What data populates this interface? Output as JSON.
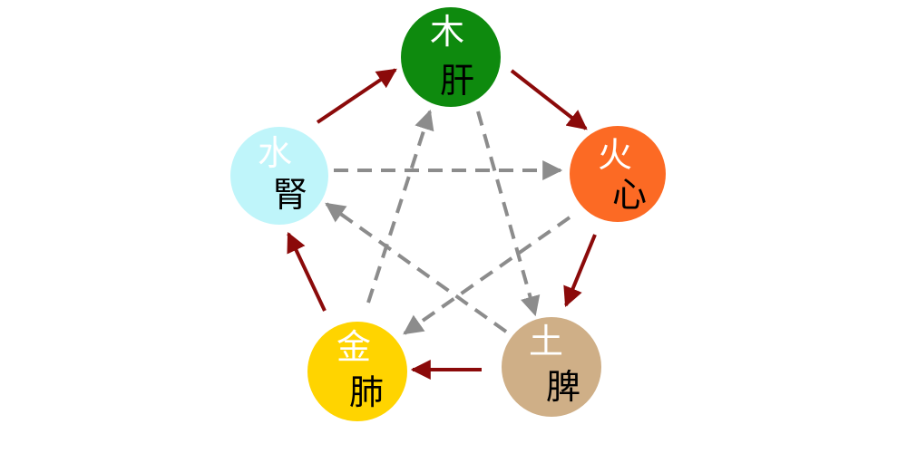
{
  "nodes": [
    {
      "id": "wood",
      "element": "木",
      "organ": "肝",
      "color": "#0E8A0E"
    },
    {
      "id": "fire",
      "element": "火",
      "organ": "心",
      "color": "#FC6A24"
    },
    {
      "id": "earth",
      "element": "土",
      "organ": "脾",
      "color": "#CFAF87"
    },
    {
      "id": "metal",
      "element": "金",
      "organ": "肺",
      "color": "#FFD400"
    },
    {
      "id": "water",
      "element": "水",
      "organ": "腎",
      "color": "#BFF5FA"
    }
  ],
  "generating_cycle": [
    {
      "from": "wood",
      "to": "fire"
    },
    {
      "from": "fire",
      "to": "earth"
    },
    {
      "from": "earth",
      "to": "metal"
    },
    {
      "from": "metal",
      "to": "water"
    },
    {
      "from": "water",
      "to": "wood"
    }
  ],
  "controlling_cycle": [
    {
      "from": "wood",
      "to": "earth"
    },
    {
      "from": "earth",
      "to": "water"
    },
    {
      "from": "water",
      "to": "fire"
    },
    {
      "from": "fire",
      "to": "metal"
    },
    {
      "from": "metal",
      "to": "wood"
    }
  ],
  "colors": {
    "generating_arrow": "#8B0A0A",
    "controlling_arrow": "#8C8C8C",
    "element_text": "#FFFFFF",
    "organ_text": "#000000"
  }
}
